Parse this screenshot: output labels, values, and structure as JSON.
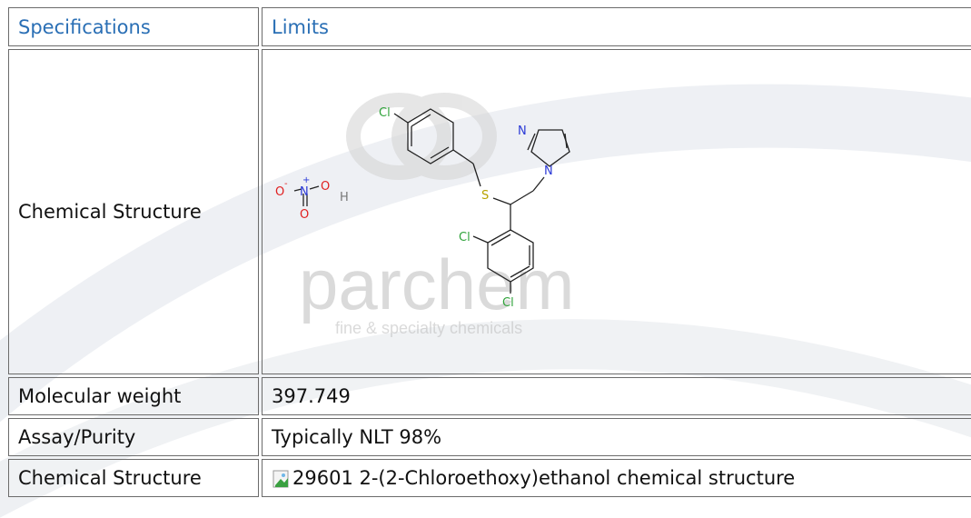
{
  "table": {
    "header": {
      "col1": "Specifications",
      "col2": "Limits"
    },
    "rows": [
      {
        "label": "Chemical Structure",
        "value": ""
      },
      {
        "label": "Molecular weight",
        "value": "397.749"
      },
      {
        "label": "Assay/Purity",
        "value": "Typically NLT 98%"
      },
      {
        "label": "Chemical Structure",
        "value": "29601 2-(2-Chloroethoxy)ethanol chemical structure"
      }
    ]
  },
  "structure_image": {
    "atoms": {
      "cl_top": "Cl",
      "n_top": "N",
      "n_ring": "N",
      "s": "S",
      "cl_mid": "Cl",
      "cl_bottom": "Cl",
      "o_minus": "O",
      "minus": "-",
      "n_plus": "N",
      "plus": "+",
      "o_h": "O",
      "h": "H",
      "o_bottom": "O"
    },
    "watermark": {
      "brand": "parchem",
      "tagline": "fine & specialty chemicals"
    },
    "colors": {
      "chlorine": "#2fa33a",
      "nitrogen": "#2a39d6",
      "sulfur": "#b8a200",
      "oxygen": "#e02020",
      "bond": "#222222"
    }
  },
  "colors": {
    "header_text": "#2a6fb5",
    "border": "#6b6b6b"
  }
}
